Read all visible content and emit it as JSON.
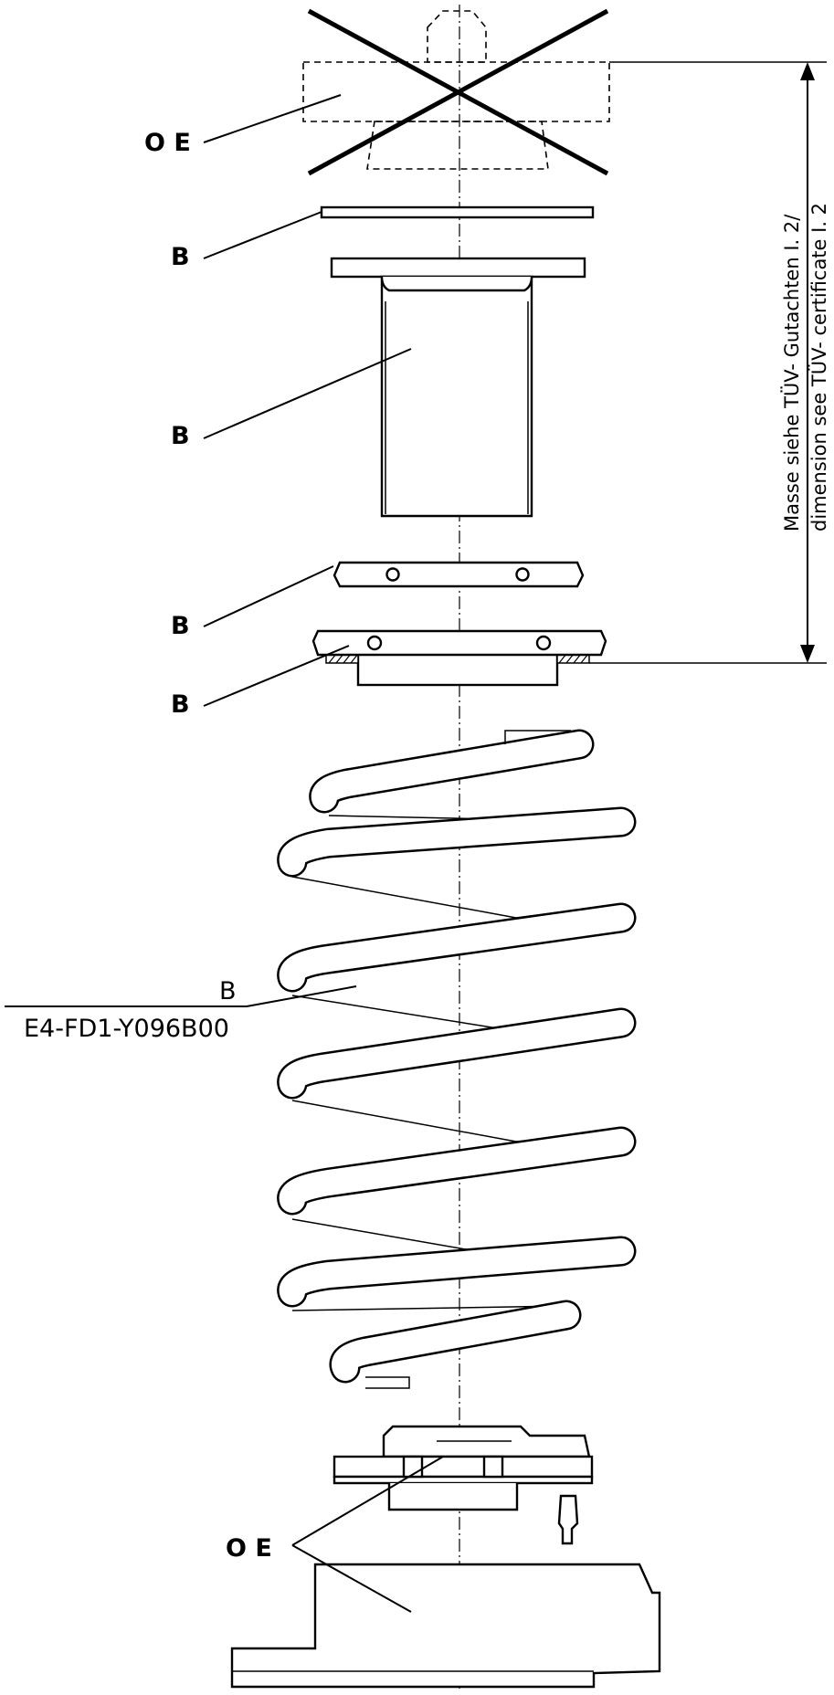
{
  "labels": {
    "oe_top": "O E",
    "b_disc": "B",
    "b_sleeve": "B",
    "b_ring_upper": "B",
    "b_ring_lower": "B",
    "spring_b": "B",
    "spring_part_number": "E4-FD1-Y096B00",
    "oe_bottom": "O E"
  },
  "dimension_note": {
    "line1": "Masse siehe TÜV- Gutachten I. 2/",
    "line2": "dimension see TÜV- certificate I. 2"
  }
}
